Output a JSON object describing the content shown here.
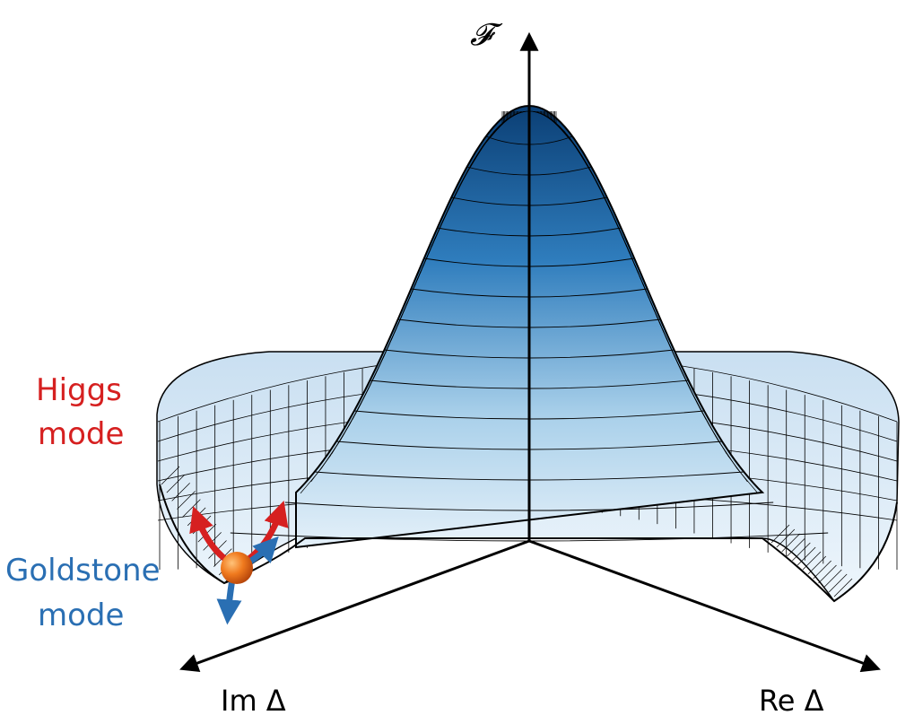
{
  "axes": {
    "vertical_label": "𝓕",
    "left_label": "Im Δ",
    "right_label": "Re Δ"
  },
  "modes": {
    "higgs": {
      "line1": "Higgs",
      "line2": "mode",
      "color": "#d62020"
    },
    "goldstone": {
      "line1": "Goldstone",
      "line2": "mode",
      "color": "#2a6fb3"
    }
  },
  "colors": {
    "surface_dark": "#0d4f8c",
    "surface_light": "#e8f2fa",
    "ball": "#e8661a",
    "axis": "#000000"
  },
  "icons": {
    "ball": "orange-sphere",
    "higgs_arrows": "red-radial-arrows",
    "goldstone_arrows": "blue-tangential-arrows"
  }
}
